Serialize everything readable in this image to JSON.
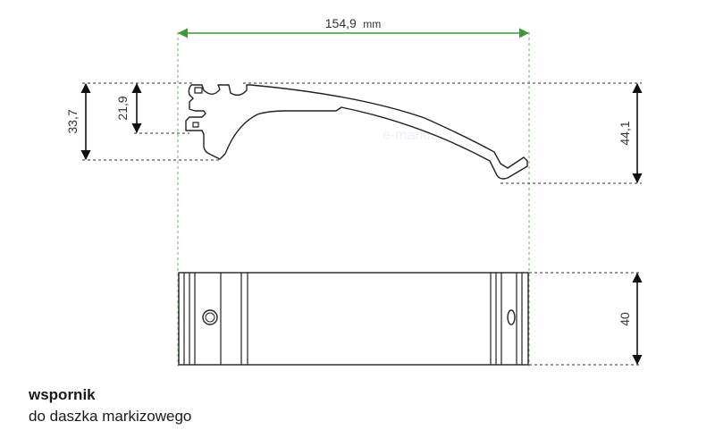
{
  "dimensions": {
    "width": {
      "value": "154,9",
      "unit": "mm"
    },
    "left_outer_height": "33,7",
    "left_inner_height": "21,9",
    "right_height": "44,1",
    "bottom_height": "40"
  },
  "caption": {
    "title": "wspornik",
    "subtitle": "do daszka markizowego"
  },
  "watermark": "e-markizy.pl",
  "colors": {
    "width_dimension": "#3a9a3a",
    "guide_lines": "#6ab56a",
    "outline": "#222222",
    "dimension_arrows": "#111111"
  }
}
